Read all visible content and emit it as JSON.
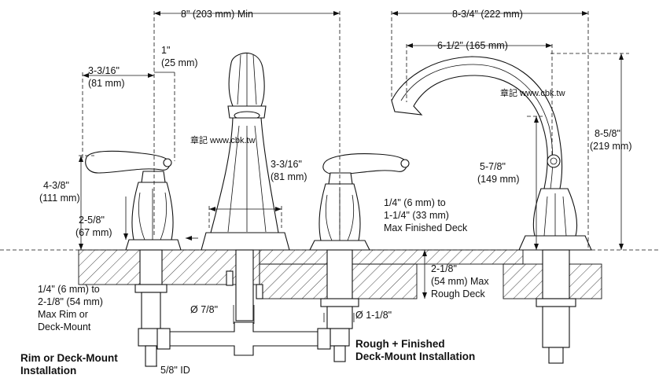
{
  "dimensions": {
    "spread_min": "8\" (203 mm) Min",
    "overall_reach": "8-3/4\" (222 mm)",
    "spout_reach": "6-1/2\" (165 mm)",
    "handle_width_in": "3-3/16\"",
    "handle_width_mm": "(81 mm)",
    "handle_offset_in": "1\"",
    "handle_offset_mm": "(25 mm)",
    "spout_base_in": "3-3/16\"",
    "spout_base_mm": "(81 mm)",
    "handle_height_in": "4-3/8\"",
    "handle_height_mm": "(111 mm)",
    "escutcheon_height_in": "2-5/8\"",
    "escutcheon_height_mm": "(67 mm)",
    "spout_height_in": "8-5/8\"",
    "spout_height_mm": "(219 mm)",
    "outlet_height_in": "5-7/8\"",
    "outlet_height_mm": "(149 mm)",
    "finished_deck_l1": "1/4\" (6 mm) to",
    "finished_deck_l2": "1-1/4\" (33 mm)",
    "finished_deck_l3": "Max Finished Deck",
    "rough_deck_l1": "2-1/8\"",
    "rough_deck_l2": "(54 mm) Max",
    "rough_deck_l3": "Rough Deck",
    "rim_l1": "1/4\" (6 mm) to",
    "rim_l2": "2-1/8\" (54 mm)",
    "rim_l3": "Max Rim or",
    "rim_l4": "Deck-Mount",
    "tube_diameter": "Ø 7/8\"",
    "shank_diameter": "Ø 1-1/8\"",
    "inlet_id": "5/8\" ID"
  },
  "captions": {
    "left_l1": "Rim or Deck-Mount",
    "left_l2": "Installation",
    "right_l1": "Rough + Finished",
    "right_l2": "Deck-Mount Installation"
  },
  "watermark": "章記 www.cbk.tw"
}
